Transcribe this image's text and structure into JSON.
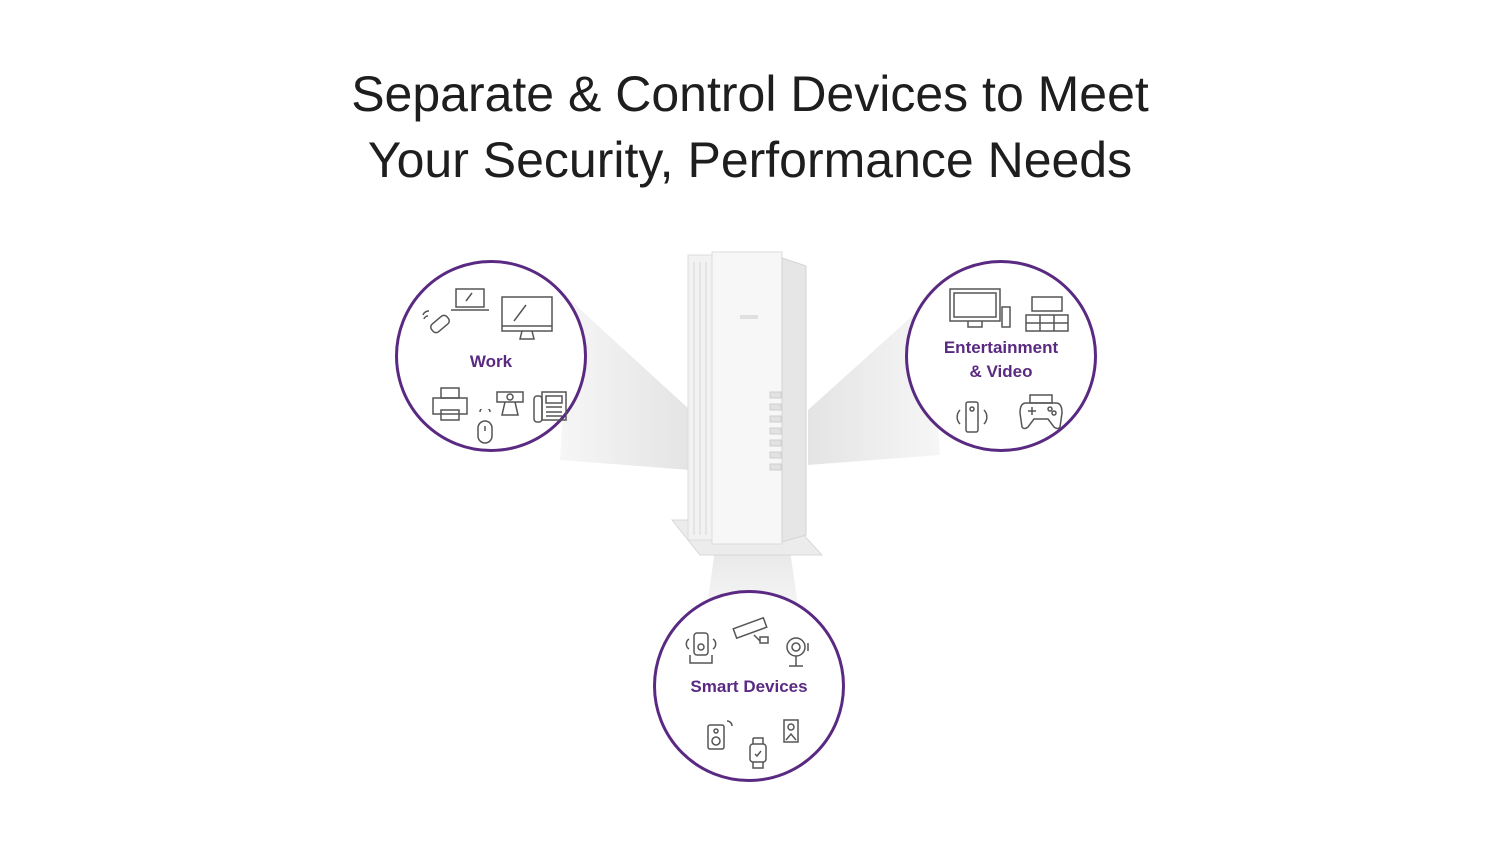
{
  "headline": {
    "line1": "Separate & Control Devices to Meet",
    "line2": "Your Security, Performance Needs"
  },
  "groups": [
    {
      "label": "Work",
      "icons": [
        "usb-wifi-adapter-icon",
        "laptop-icon",
        "monitor-icon",
        "printer-icon",
        "mouse-icon",
        "webcam-icon",
        "desk-phone-icon"
      ]
    },
    {
      "label_line1": "Entertainment",
      "label_line2": "& Video",
      "icons": [
        "tv-icon",
        "media-console-icon",
        "remote-icon",
        "game-controller-icon"
      ]
    },
    {
      "label": "Smart Devices",
      "icons": [
        "smart-speaker-icon",
        "security-camera-icon",
        "smart-bulb-camera-icon",
        "speaker-icon",
        "smartwatch-icon",
        "video-doorbell-icon"
      ]
    }
  ],
  "colors": {
    "accent": "#5a2a82",
    "text": "#1e1e1e",
    "icon": "#555555"
  }
}
